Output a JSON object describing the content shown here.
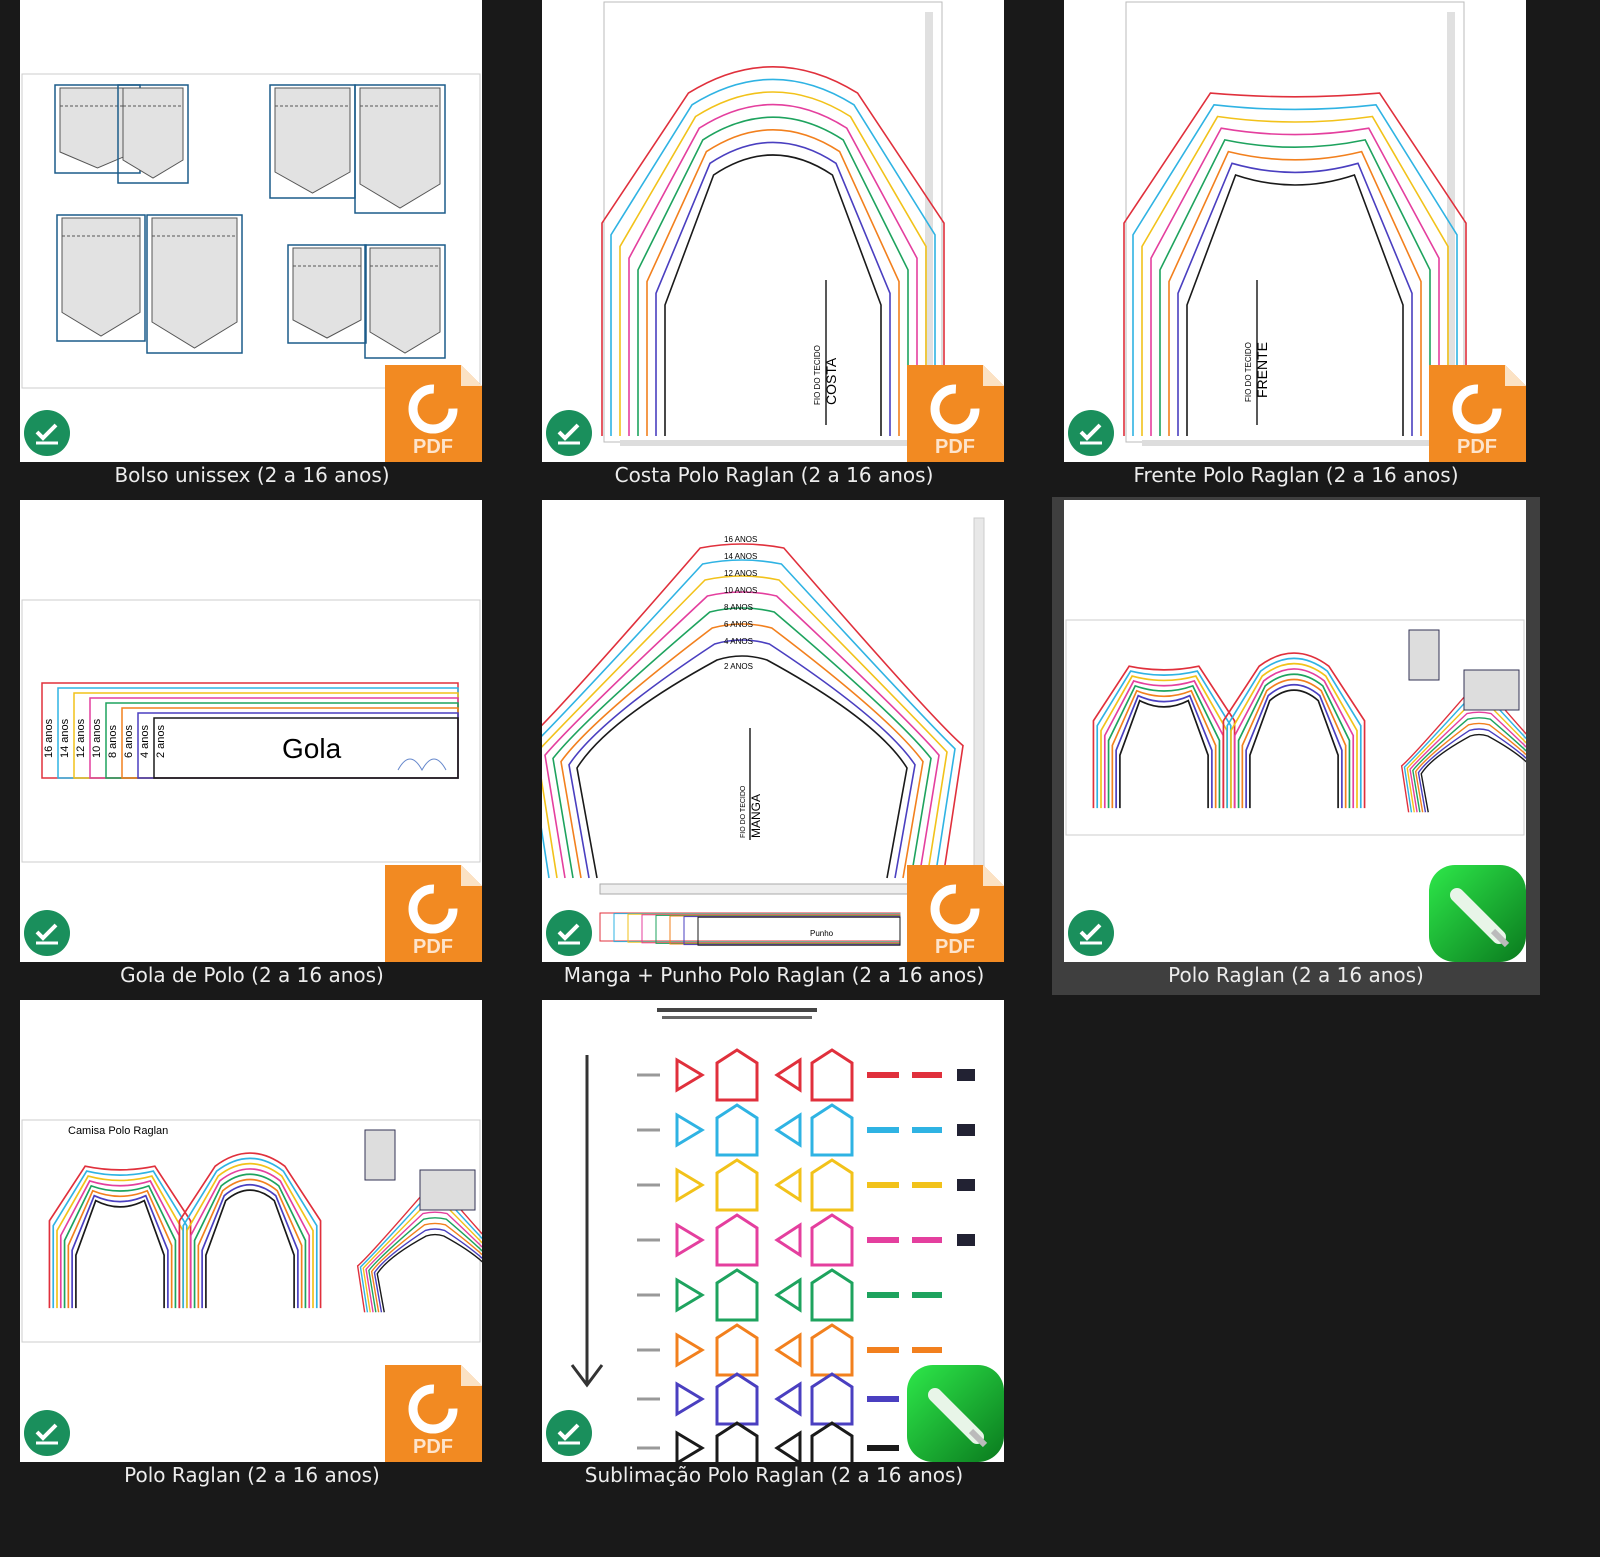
{
  "files": [
    {
      "name": "Bolso unissex (2 a 16 anos)",
      "type": "pdf",
      "kind": "bolso",
      "selected": false
    },
    {
      "name": "Costa Polo Raglan (2 a 16 anos)",
      "type": "pdf",
      "kind": "costa",
      "selected": false,
      "piece_label": "COSTA",
      "grain_label": "FIO DO TECIDO"
    },
    {
      "name": "Frente Polo Raglan (2 a 16 anos)",
      "type": "pdf",
      "kind": "frente",
      "selected": false,
      "piece_label": "FRENTE",
      "grain_label": "FIO DO TECIDO"
    },
    {
      "name": "Gola de Polo (2 a 16 anos)",
      "type": "pdf",
      "kind": "gola",
      "selected": false,
      "piece_label": "Gola",
      "sizes": [
        "16 anos",
        "14 anos",
        "12 anos",
        "10 anos",
        "8 anos",
        "6 anos",
        "4 anos",
        "2 anos"
      ]
    },
    {
      "name": "Manga + Punho Polo Raglan (2 a 16 anos)",
      "type": "pdf",
      "kind": "manga",
      "selected": false,
      "piece_label": "MANGA",
      "grain_label": "FIO DO TECIDO",
      "cuff_label": "Punho",
      "sizes": [
        "16 ANOS",
        "14 ANOS",
        "12 ANOS",
        "10 ANOS",
        "8 ANOS",
        "6 ANOS",
        "4 ANOS",
        "2 ANOS"
      ]
    },
    {
      "name": "Polo Raglan (2 a 16 anos)",
      "type": "drawing",
      "kind": "composite",
      "selected": true
    },
    {
      "name": "Polo Raglan (2 a 16 anos)",
      "type": "pdf",
      "kind": "composite2",
      "selected": false,
      "sheet_title": "Camisa Polo Raglan"
    },
    {
      "name": "Sublimação Polo Raglan (2 a 16 anos)",
      "type": "drawing",
      "kind": "sublimacao",
      "selected": false
    }
  ],
  "size_colors": [
    "#e0303c",
    "#2fb3e3",
    "#f2c21a",
    "#e43f9e",
    "#1ea35e",
    "#f2801e",
    "#4a3fc0",
    "#1a1a1a"
  ],
  "icons": {
    "status": "sync-check-icon",
    "pdf": "foxit-pdf-icon",
    "drawing": "green-pencil-icon"
  }
}
